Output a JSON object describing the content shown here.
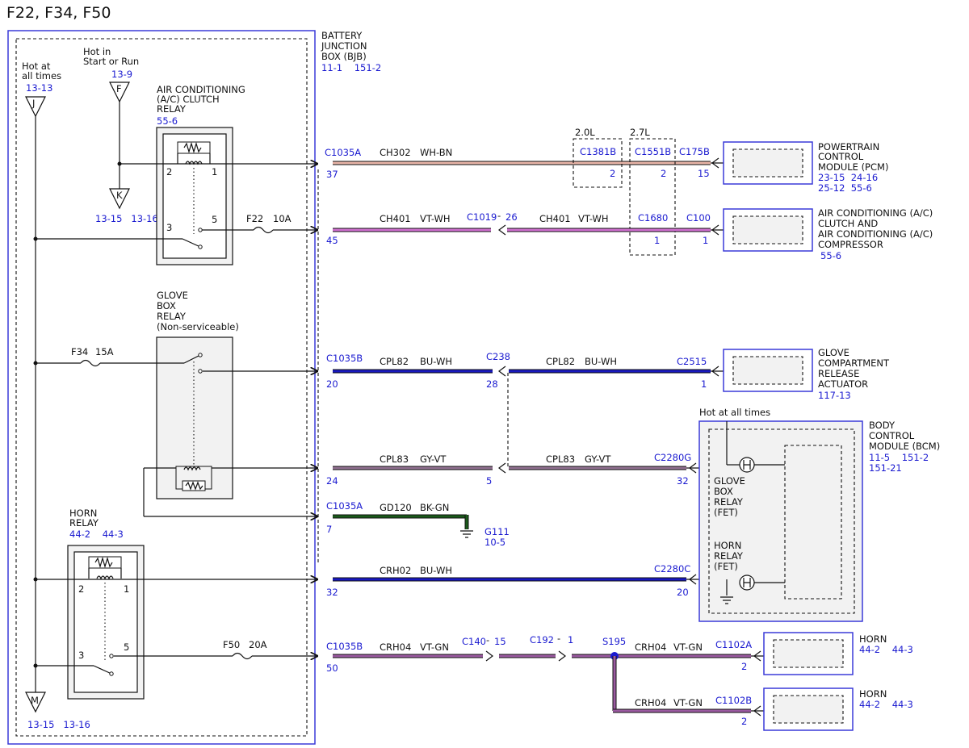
{
  "title": "F22, F34, F50",
  "bjb": {
    "lines": [
      "BATTERY",
      "JUNCTION",
      "BOX (BJB)"
    ],
    "refs": "11-1    151-2"
  },
  "feeds": {
    "hot_at_all_times": [
      "Hot at",
      "all times"
    ],
    "hot_at_all_times_ref": "13-13",
    "hot_at_all_times_letter": "J",
    "hot_start_run": [
      "Hot in",
      "Start or Run"
    ],
    "hot_start_run_ref": "13-9",
    "hot_start_run_letter": "F",
    "k_letter": "K",
    "k_refs": "13-15   13-16",
    "m_letter": "M",
    "m_refs": "13-15   13-16"
  },
  "ac_relay": {
    "lines": [
      "AIR CONDITIONING",
      "(A/C) CLUTCH",
      "RELAY"
    ],
    "ref": "55-6",
    "pins": [
      "2",
      "1",
      "3",
      "5"
    ]
  },
  "glove_relay": {
    "lines": [
      "GLOVE",
      "BOX",
      "RELAY",
      "(Non-serviceable)"
    ]
  },
  "horn_relay": {
    "lines": [
      "HORN",
      "RELAY"
    ],
    "refs": "44-2    44-3",
    "pins": [
      "2",
      "1",
      "3",
      "5"
    ]
  },
  "fuses": {
    "f22": "F22",
    "f22_amp": "10A",
    "f34": "F34",
    "f34_amp": "15A",
    "f50": "F50",
    "f50_amp": "20A"
  },
  "circuits": {
    "ch302": {
      "connector": "C1035A",
      "pin": "37",
      "circuit": "CH302",
      "color": "WH-BN",
      "c1381b": "C1381B",
      "c1381b_pin": "2",
      "c1551b": "C1551B",
      "c1551b_pin": "2",
      "c175b": "C175B",
      "c175b_pin": "15",
      "opt20": "2.0L",
      "opt27": "2.7L"
    },
    "ch401": {
      "connector": "",
      "pin": "45",
      "circuit": "CH401",
      "color": "VT-WH",
      "c1019": "C1019",
      "c1019_dash": "-",
      "c1019_pin": "26",
      "circuit2": "CH401",
      "color2": "VT-WH",
      "c1680": "C1680",
      "c1680_pin": "1",
      "c100": "C100",
      "c100_pin": "1"
    },
    "cpl82": {
      "connector": "C1035B",
      "pin": "20",
      "circuit": "CPL82",
      "color": "BU-WH",
      "c238": "C238",
      "c238_pin": "28",
      "circuit2": "CPL82",
      "color2": "BU-WH",
      "c2515": "C2515",
      "c2515_pin": "1"
    },
    "cpl83": {
      "pin": "24",
      "circuit": "CPL83",
      "color": "GY-VT",
      "c238_pin": "5",
      "circuit2": "CPL83",
      "color2": "GY-VT",
      "c2280g": "C2280G",
      "c2280g_pin": "32"
    },
    "gd120": {
      "connector": "C1035A",
      "pin": "7",
      "circuit": "GD120",
      "color": "BK-GN",
      "ground": "G111",
      "ground_ref": "10-5"
    },
    "crh02": {
      "pin": "32",
      "circuit": "CRH02",
      "color": "BU-WH",
      "c2280c": "C2280C",
      "c2280c_pin": "20"
    },
    "crh04": {
      "connector": "C1035B",
      "pin": "50",
      "circuit": "CRH04",
      "color": "VT-GN",
      "c140": "C140",
      "c140_dash": "-",
      "c140_pin": "15",
      "c192": "C192",
      "c192_dash": "-",
      "c192_pin": "1",
      "splice": "S195",
      "circuit2": "CRH04",
      "color2": "VT-GN",
      "c1102a": "C1102A",
      "c1102a_pin": "2",
      "circuit3": "CRH04",
      "color3": "VT-GN",
      "c1102b": "C1102B",
      "c1102b_pin": "2"
    }
  },
  "modules": {
    "pcm": {
      "lines": [
        "POWERTRAIN",
        "CONTROL",
        "MODULE (PCM)"
      ],
      "refs": [
        "23-15  24-16",
        "25-12  55-6"
      ]
    },
    "ac": {
      "lines": [
        "AIR CONDITIONING (A/C)",
        "CLUTCH AND",
        "AIR CONDITIONING (A/C)",
        "COMPRESSOR"
      ],
      "refs": [
        "55-6"
      ]
    },
    "glove": {
      "lines": [
        "GLOVE",
        "COMPARTMENT",
        "RELEASE",
        "ACTUATOR"
      ],
      "refs": [
        "117-13"
      ]
    },
    "bcm": {
      "lines": [
        "BODY",
        "CONTROL",
        "MODULE (BCM)"
      ],
      "refs": [
        "11-5    151-2",
        "151-21"
      ],
      "hot": "Hot at all times",
      "fet1": [
        "GLOVE",
        "BOX",
        "RELAY",
        "(FET)"
      ],
      "fet2": [
        "HORN",
        "RELAY",
        "(FET)"
      ]
    },
    "horn_a": {
      "lines": [
        "HORN"
      ],
      "refs": [
        "44-2    44-3"
      ]
    },
    "horn_b": {
      "lines": [
        "HORN"
      ],
      "refs": [
        "44-2    44-3"
      ]
    }
  },
  "colors": {
    "connector_blue": "#1a1ad0",
    "box_blue": "#3a3ad8",
    "wire_wh_bn": "#e8b4a8",
    "wire_vt_wh": "#d070d0",
    "wire_bu_wh": "#1818c0",
    "wire_gy_vt": "#907090",
    "wire_bk_gn": "#1a5a1a",
    "wire_vt_gn": "#9a5aa0"
  }
}
